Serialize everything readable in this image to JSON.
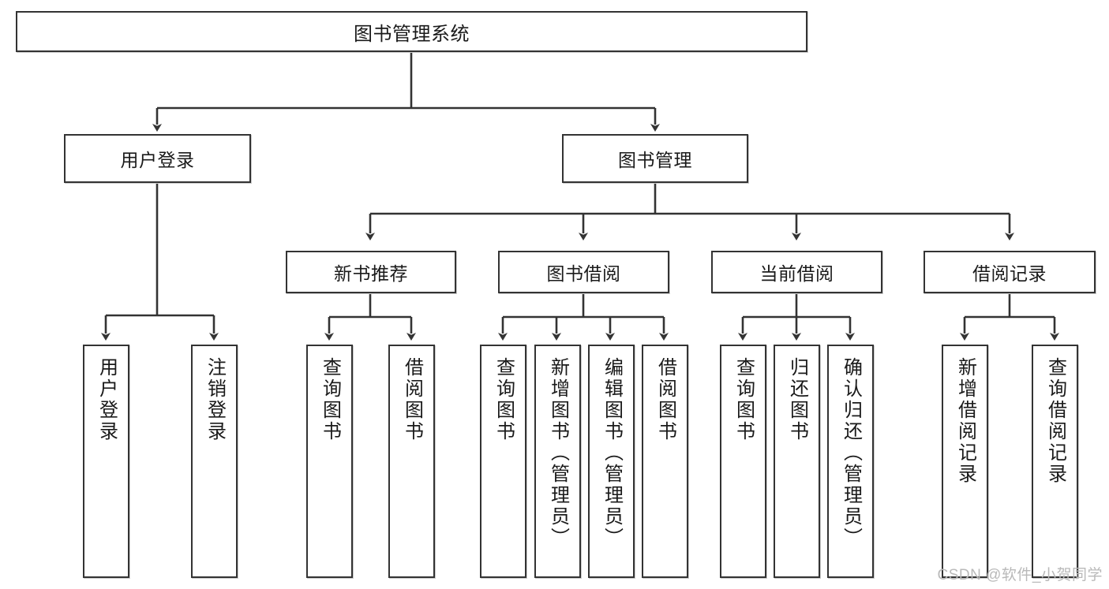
{
  "diagram": {
    "title": "图书管理系统",
    "type": "hierarchy-tree",
    "colors": {
      "node_border": "#333333",
      "node_fill": "#ffffff",
      "edge": "#333333",
      "text": "#1a1a1a",
      "watermark": "#b9b9b9",
      "background": "#ffffff"
    },
    "root": {
      "label": "图书管理系统"
    },
    "level1": [
      {
        "label": "用户登录"
      },
      {
        "label": "图书管理"
      }
    ],
    "level2": [
      {
        "label": "新书推荐"
      },
      {
        "label": "图书借阅"
      },
      {
        "label": "当前借阅"
      },
      {
        "label": "借阅记录"
      }
    ],
    "leaves": {
      "user_login": [
        {
          "label": "用户登录"
        },
        {
          "label": "注销登录"
        }
      ],
      "new_book_recommend": [
        {
          "label": "查询图书"
        },
        {
          "label": "借阅图书"
        }
      ],
      "book_borrow": [
        {
          "label": "查询图书"
        },
        {
          "label": "新增图书（管理员）"
        },
        {
          "label": "编辑图书（管理员）"
        },
        {
          "label": "借阅图书"
        }
      ],
      "current_borrow": [
        {
          "label": "查询图书"
        },
        {
          "label": "归还图书"
        },
        {
          "label": "确认归还（管理员）"
        }
      ],
      "borrow_records": [
        {
          "label": "新增借阅记录"
        },
        {
          "label": "查询借阅记录"
        }
      ]
    },
    "watermark": "CSDN @软件_小贺同学"
  }
}
